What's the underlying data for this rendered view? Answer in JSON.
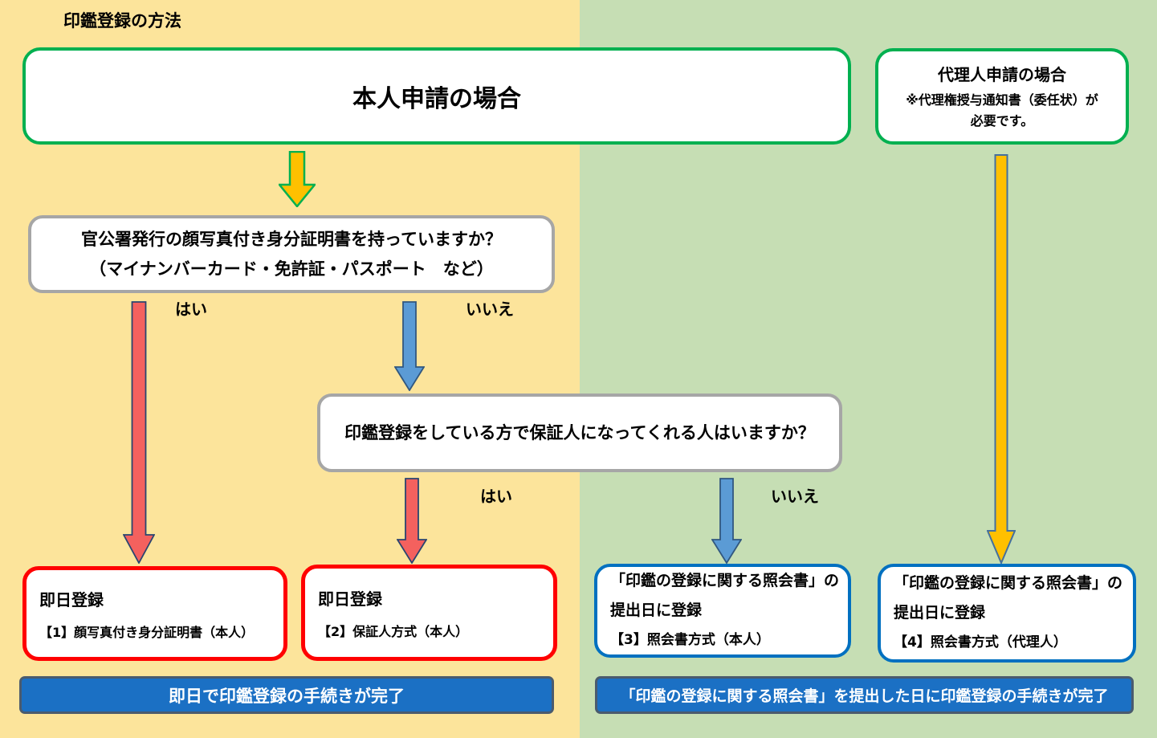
{
  "title": "印鑑登録の方法",
  "colors": {
    "bg_left": "#FCE49B",
    "bg_right": "#C6DEB4",
    "green_border": "#00B050",
    "gray_border": "#A6A6A6",
    "red_border": "#FF0000",
    "blue_border": "#0070C0",
    "bar_fill": "#1B70C4",
    "bar_border": "#4A5B6E",
    "arrow_yellow": "#FFC000",
    "arrow_red": "#F4615E",
    "arrow_blue": "#5B9BD5"
  },
  "nodes": {
    "main": {
      "label": "本人申請の場合"
    },
    "proxy": {
      "title": "代理人申請の場合",
      "note1": "※代理権授与通知書（委任状）が",
      "note2": "必要です。"
    },
    "q1": {
      "line1": "官公署発行の顔写真付き身分証明書を持っていますか？",
      "line2": "（マイナンバーカード・免許証・パスポート　など）"
    },
    "q2": {
      "line1": "印鑑登録をしている方で保証人になってくれる人はいますか？"
    },
    "result1": {
      "title": "即日登録",
      "subtitle": "【1】顔写真付き身分証明書（本人）"
    },
    "result2": {
      "title": "即日登録",
      "subtitle": "【2】保証人方式（本人）"
    },
    "result3": {
      "line1": "「印鑑の登録に関する照会書」の",
      "line2": "提出日に登録",
      "line3": "【3】照会書方式（本人）"
    },
    "result4": {
      "line1": "「印鑑の登録に関する照会書」の",
      "line2": "提出日に登録",
      "line3": "【4】照会書方式（代理人）"
    }
  },
  "branch_labels": {
    "q1_yes": "はい",
    "q1_no": "いいえ",
    "q2_yes": "はい",
    "q2_no": "いいえ"
  },
  "bars": {
    "same_day": "即日で印鑑登録の手続きが完了",
    "inquiry": "「印鑑の登録に関する照会書」を提出した日に印鑑登録の手続きが完了"
  }
}
